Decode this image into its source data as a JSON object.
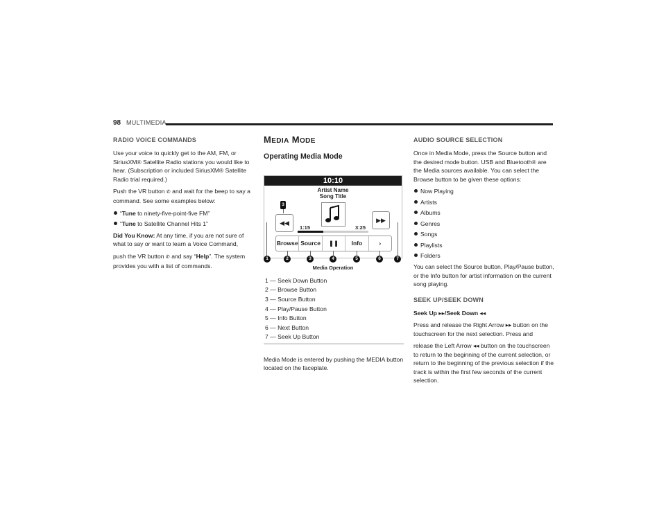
{
  "header": {
    "page_number": "98",
    "section": "MULTIMEDIA"
  },
  "col1": {
    "heading": "RADIO VOICE COMMANDS",
    "p1": "Use your voice to quickly get to the AM, FM, or SiriusXM® Satellite Radio stations you would like to hear. (Subscription or included SiriusXM® Satellite Radio trial required.)",
    "p2_a": "Push the VR button ",
    "vr_glyph": "✆",
    "p2_b": " and wait for the beep to say a command. See some examples below:",
    "examples": [
      {
        "q": "“",
        "b": "Tune",
        "rest": " to ninety-five-point-five FM”"
      },
      {
        "q": "“",
        "b": "Tune",
        "rest": " to Satellite Channel Hits 1”"
      }
    ],
    "dyk_label": "Did You Know:",
    "dyk_text": " At any time, if you are not sure of what to say or want to learn a Voice Command,",
    "p3_a": "push the VR button ",
    "p3_b": " and say “",
    "help": "Help",
    "p3_c": "”. The system provides you with a list of commands."
  },
  "col2": {
    "title_cap1": "M",
    "title_rest1": "EDIA",
    "title_cap2": " M",
    "title_rest2": "ODE",
    "subheading": "Operating Media Mode",
    "screen": {
      "clock": "10:10",
      "artist": "Artist Name",
      "song": "Song Title",
      "elapsed": "1:15",
      "total": "3:25",
      "progress": 0.36,
      "browse": "Browse",
      "source": "Source",
      "info": "Info",
      "pause_icon": "❚❚",
      "next_icon": "›",
      "seek_down_icon": "◀◀",
      "seek_up_icon": "▶▶"
    },
    "callouts": [
      "1",
      "2",
      "3",
      "4",
      "5",
      "6",
      "7"
    ],
    "callout_top": "3",
    "caption": "Media Operation",
    "legend": [
      "1 — Seek Down Button",
      "2 — Browse Button",
      "3 — Source Button",
      "4 — Play/Pause Button",
      "5 — Info Button",
      "6 — Next Button",
      "7 — Seek Up Button"
    ],
    "after": "Media Mode is entered by pushing the MEDIA button located on the faceplate."
  },
  "col3": {
    "heading1": "AUDIO SOURCE SELECTION",
    "p1": "Once in Media Mode, press the Source button and the desired mode button. USB and Bluetooth® are the Media sources available. You can select the Browse button to be given these options:",
    "options": [
      "Now Playing",
      "Artists",
      "Albums",
      "Genres",
      "Songs",
      "Playlists",
      "Folders"
    ],
    "p2": "You can select the Source button, Play/Pause button, or the Info button for artist information on the current song playing.",
    "heading2": "SEEK UP/SEEK DOWN",
    "seek_line": "Seek Up ▸▸/Seek Down ◂◂",
    "p3a": "Press and release the Right Arrow ▸▸ button on the touchscreen for the next selection. Press and",
    "p3b": "release the Left Arrow ◂◂ button on the touchscreen to return to the beginning of the current selection, or return to the beginning of the previous selection if the track is within the first few seconds of the current selection."
  }
}
